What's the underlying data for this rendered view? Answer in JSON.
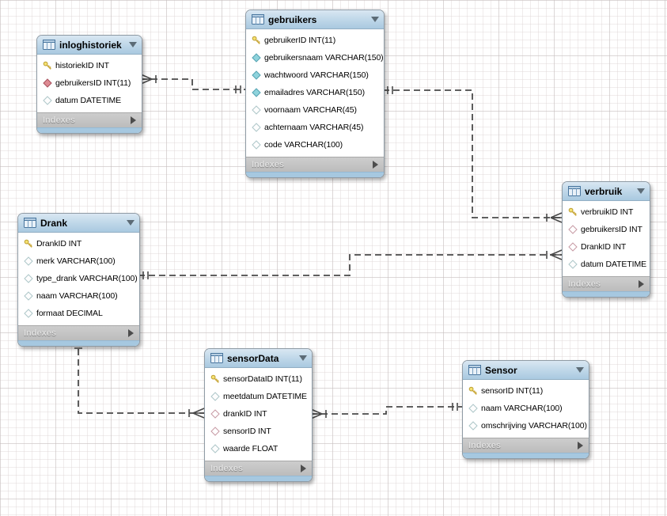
{
  "diagram": {
    "tool": "EER Diagram",
    "footer_label": "Indexes",
    "colors": {
      "table_header": "#b9d3e6",
      "table_body": "#ffffff",
      "indexes_bar": "#c2c2c2",
      "bottom_strip": "#a6c8e0",
      "relationship_line": "#4a4a4a",
      "grid_line": "#ded6d6",
      "primary_key_icon": "#f2d96a",
      "foreign_key_icon": "#cf6f78",
      "attribute_icon": "#8fd3dc"
    },
    "tables": [
      {
        "id": "inloghistoriek",
        "title": "inloghistoriek",
        "columns": [
          {
            "icon": "primary-key-icon",
            "text": "historiekID INT"
          },
          {
            "icon": "foreign-key-required-icon",
            "text": "gebruikersID INT(11)"
          },
          {
            "icon": "column-nullable-icon",
            "text": "datum DATETIME"
          }
        ]
      },
      {
        "id": "gebruikers",
        "title": "gebruikers",
        "columns": [
          {
            "icon": "primary-key-icon",
            "text": "gebruikerID INT(11)"
          },
          {
            "icon": "column-required-icon",
            "text": "gebruikersnaam VARCHAR(150)"
          },
          {
            "icon": "column-required-icon",
            "text": "wachtwoord VARCHAR(150)"
          },
          {
            "icon": "column-required-icon",
            "text": "emailadres VARCHAR(150)"
          },
          {
            "icon": "column-nullable-icon",
            "text": "voornaam VARCHAR(45)"
          },
          {
            "icon": "column-nullable-icon",
            "text": "achternaam VARCHAR(45)"
          },
          {
            "icon": "column-nullable-icon",
            "text": "code VARCHAR(100)"
          }
        ]
      },
      {
        "id": "verbruik",
        "title": "verbruik",
        "columns": [
          {
            "icon": "primary-key-icon",
            "text": "verbruikID INT"
          },
          {
            "icon": "foreign-key-nullable-icon",
            "text": "gebruikersID INT"
          },
          {
            "icon": "foreign-key-nullable-icon",
            "text": "DrankID INT"
          },
          {
            "icon": "column-nullable-icon",
            "text": "datum DATETIME"
          }
        ]
      },
      {
        "id": "Drank",
        "title": "Drank",
        "columns": [
          {
            "icon": "primary-key-icon",
            "text": "DrankID INT"
          },
          {
            "icon": "column-nullable-icon",
            "text": "merk VARCHAR(100)"
          },
          {
            "icon": "column-nullable-icon",
            "text": "type_drank VARCHAR(100)"
          },
          {
            "icon": "column-nullable-icon",
            "text": "naam VARCHAR(100)"
          },
          {
            "icon": "column-nullable-icon",
            "text": "formaat DECIMAL"
          }
        ]
      },
      {
        "id": "sensorData",
        "title": "sensorData",
        "columns": [
          {
            "icon": "primary-key-icon",
            "text": "sensorDataID INT(11)"
          },
          {
            "icon": "column-nullable-icon",
            "text": "meetdatum DATETIME"
          },
          {
            "icon": "foreign-key-nullable-icon",
            "text": "drankID INT"
          },
          {
            "icon": "foreign-key-nullable-icon",
            "text": "sensorID INT"
          },
          {
            "icon": "column-nullable-icon",
            "text": "waarde FLOAT"
          }
        ]
      },
      {
        "id": "Sensor",
        "title": "Sensor",
        "columns": [
          {
            "icon": "primary-key-icon",
            "text": "sensorID INT(11)"
          },
          {
            "icon": "column-nullable-icon",
            "text": "naam VARCHAR(100)"
          },
          {
            "icon": "column-nullable-icon",
            "text": "omschrijving VARCHAR(100)"
          }
        ]
      }
    ],
    "relationships": [
      {
        "many_end": "inloghistoriek",
        "one_end": "gebruikers",
        "style": "dashed-non-identifying"
      },
      {
        "many_end": "verbruik",
        "one_end": "gebruikers",
        "style": "dashed-non-identifying"
      },
      {
        "many_end": "verbruik",
        "one_end": "Drank",
        "style": "dashed-non-identifying"
      },
      {
        "many_end": "sensorData",
        "one_end": "Drank",
        "style": "dashed-non-identifying"
      },
      {
        "many_end": "sensorData",
        "one_end": "Sensor",
        "style": "dashed-non-identifying"
      }
    ]
  }
}
